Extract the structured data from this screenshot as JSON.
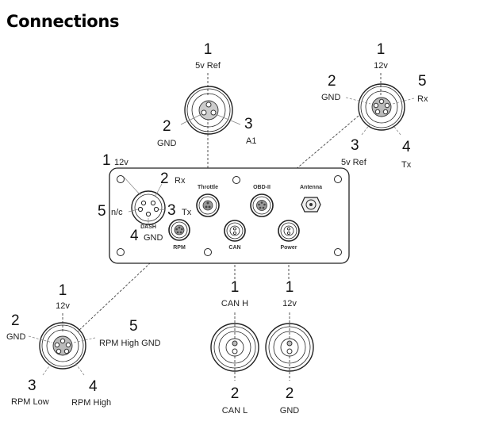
{
  "title": "Connections",
  "panel": {
    "ports": {
      "throttle": "Throttle",
      "obd": "OBD-II",
      "antenna": "Antenna",
      "dash": "DASH",
      "rpm": "RPM",
      "can": "CAN",
      "power": "Power"
    }
  },
  "dash_pins": [
    {
      "num": "1",
      "label": "12v"
    },
    {
      "num": "2",
      "label": "Rx"
    },
    {
      "num": "3",
      "label": "Tx"
    },
    {
      "num": "4",
      "label": "GND"
    },
    {
      "num": "5",
      "label": "n/c"
    }
  ],
  "throttle_pins": [
    {
      "num": "1",
      "label": "5v Ref"
    },
    {
      "num": "2",
      "label": "GND"
    },
    {
      "num": "3",
      "label": "A1"
    }
  ],
  "obd_pins": [
    {
      "num": "1",
      "label": "12v"
    },
    {
      "num": "2",
      "label": "GND"
    },
    {
      "num": "3",
      "label": "5v Ref"
    },
    {
      "num": "4",
      "label": "Tx"
    },
    {
      "num": "5",
      "label": "Rx"
    }
  ],
  "rpm_pins": [
    {
      "num": "1",
      "label": "12v"
    },
    {
      "num": "2",
      "label": "GND"
    },
    {
      "num": "3",
      "label": "RPM Low"
    },
    {
      "num": "4",
      "label": "RPM High"
    },
    {
      "num": "5",
      "label": "RPM High GND"
    }
  ],
  "can_pins": [
    {
      "num": "1",
      "label": "CAN H"
    },
    {
      "num": "2",
      "label": "CAN L"
    }
  ],
  "power_pins": [
    {
      "num": "1",
      "label": "12v"
    },
    {
      "num": "2",
      "label": "GND"
    }
  ]
}
